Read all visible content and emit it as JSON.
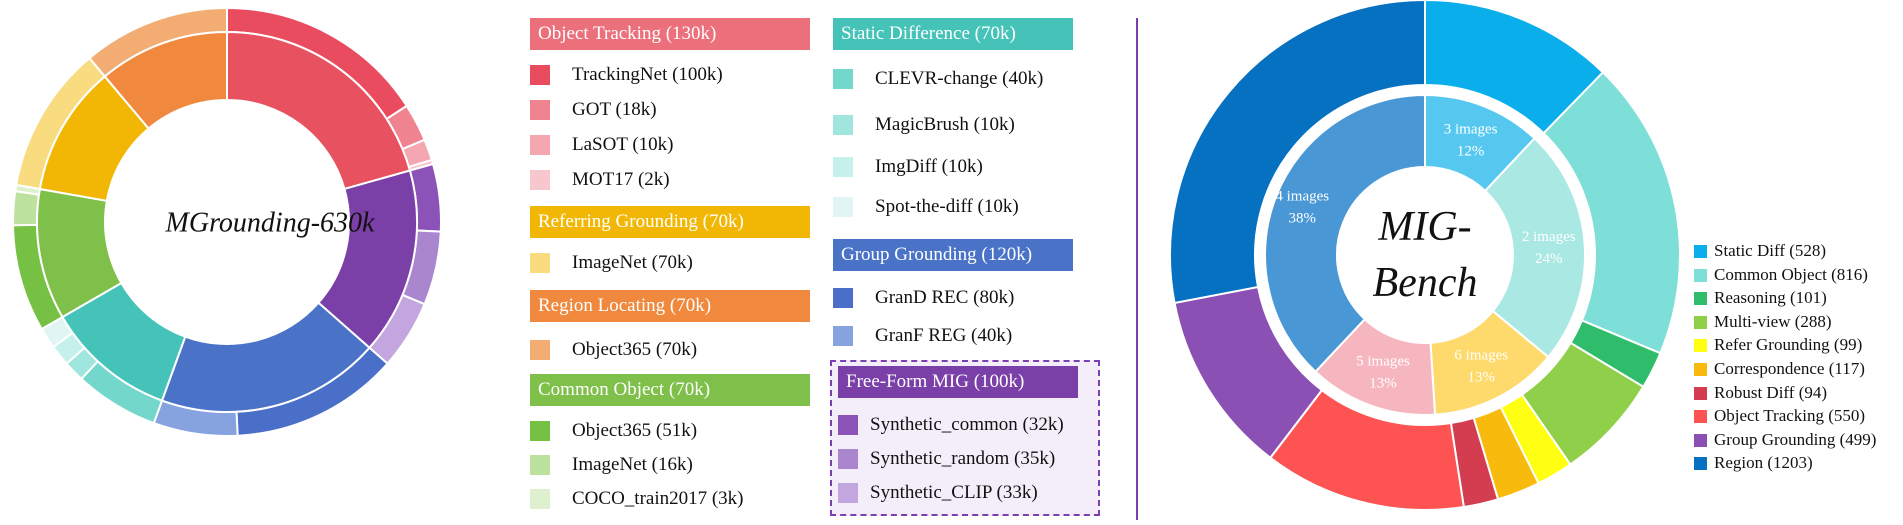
{
  "colors": {
    "object_tracking": "#e8515f",
    "object_tracking_light": "#f0848f",
    "trackingnet": "#e84c5e",
    "got": "#ef8490",
    "lasot": "#f4a7b0",
    "mot17": "#f8c6cd",
    "static_difference": "#45c3b8",
    "clevr": "#74d7cc",
    "magicbrush": "#a0e6df",
    "imgdiff": "#c6f0eb",
    "spotthediff": "#e1f6f4",
    "referring": "#f2b705",
    "referring_light": "#f8dc7f",
    "region": "#f0883e",
    "region_light": "#f3ad73",
    "group_grounding": "#4a73c8",
    "grand": "#4a6fc9",
    "granf": "#86a3e0",
    "common": "#7ec04a",
    "common_obj365": "#76c043",
    "common_imagenet": "#bde2a0",
    "common_coco": "#dff0cf",
    "freeform": "#7b3fa8",
    "syn_common": "#8b52b8",
    "syn_random": "#aa86cf",
    "syn_clip": "#c3a6df",
    "divider": "#7a3fb0"
  },
  "left_chart": {
    "center_title": "MGrounding-630k"
  },
  "legend_groups": {
    "object_tracking": {
      "title": "Object Tracking (130k)",
      "items": [
        "TrackingNet (100k)",
        "GOT (18k)",
        "LaSOT (10k)",
        "MOT17 (2k)"
      ]
    },
    "referring_grounding": {
      "title": "Referring Grounding (70k)",
      "items": [
        "ImageNet (70k)"
      ]
    },
    "region_locating": {
      "title": "Region Locating (70k)",
      "items": [
        "Object365 (70k)"
      ]
    },
    "common_object": {
      "title": "Common Object (70k)",
      "items": [
        "Object365 (51k)",
        "ImageNet (16k)",
        "COCO_train2017 (3k)"
      ]
    },
    "static_difference": {
      "title": "Static Difference (70k)",
      "items": [
        "CLEVR-change (40k)",
        "MagicBrush (10k)",
        "ImgDiff (10k)",
        "Spot-the-diff (10k)"
      ]
    },
    "group_grounding": {
      "title": "Group Grounding (120k)",
      "items": [
        "GranD REC (80k)",
        "GranF REG (40k)"
      ]
    },
    "free_form": {
      "title": "Free-Form MIG (100k)",
      "items": [
        "Synthetic_common (32k)",
        "Synthetic_random (35k)",
        "Synthetic_CLIP (33k)"
      ]
    }
  },
  "right_chart": {
    "center_title_line1": "MIG-",
    "center_title_line2": "Bench",
    "inner_labels": [
      {
        "line1": "3 images",
        "line2": "12%"
      },
      {
        "line1": "2 images",
        "line2": "24%"
      },
      {
        "line1": "6 images",
        "line2": "13%"
      },
      {
        "line1": "5 images",
        "line2": "13%"
      },
      {
        "line1": "4 images",
        "line2": "38%"
      }
    ],
    "legend": [
      "Static Diff (528)",
      "Common Object (816)",
      "Reasoning (101)",
      "Multi-view (288)",
      "Refer Grounding (99)",
      "Correspondence (117)",
      "Robust Diff (94)",
      "Object Tracking (550)",
      "Group Grounding (499)",
      "Region (1203)"
    ],
    "legend_colors": [
      "#0aaeea",
      "#7ddfd8",
      "#2fbd6c",
      "#8fcf4a",
      "#ffff11",
      "#f8bb0d",
      "#d43c50",
      "#fd5353",
      "#8b50b4",
      "#0671c0"
    ]
  },
  "chart_data": [
    {
      "type": "pie",
      "title": "MGrounding-630k",
      "inner_ring": {
        "categories": [
          "Object Tracking",
          "Free-Form MIG",
          "Group Grounding",
          "Common Object",
          "Static Difference",
          "Referring Grounding",
          "Region Locating"
        ],
        "values": [
          130,
          100,
          120,
          70,
          70,
          70,
          70
        ]
      },
      "outer_ring": {
        "categories": [
          "TrackingNet",
          "GOT",
          "LaSOT",
          "MOT17",
          "Synthetic_common",
          "Synthetic_random",
          "Synthetic_CLIP",
          "GranD REC",
          "GranF REG",
          "CLEVR-change",
          "MagicBrush",
          "ImgDiff",
          "Spot-the-diff",
          "Object365",
          "ImageNet",
          "COCO_train2017",
          "ImageNet",
          "Object365"
        ],
        "values": [
          100,
          18,
          10,
          2,
          32,
          35,
          33,
          80,
          40,
          40,
          10,
          10,
          10,
          51,
          16,
          3,
          70,
          70
        ]
      }
    },
    {
      "type": "pie",
      "title": "MIG-Bench",
      "inner_ring": {
        "categories": [
          "3 images",
          "2 images",
          "6 images",
          "5 images",
          "4 images"
        ],
        "values": [
          12,
          24,
          13,
          13,
          38
        ]
      },
      "outer_ring": {
        "categories": [
          "Static Diff",
          "Common Object",
          "Reasoning",
          "Multi-view",
          "Refer Grounding",
          "Correspondence",
          "Robust Diff",
          "Object Tracking",
          "Group Grounding",
          "Region"
        ],
        "values": [
          528,
          816,
          101,
          288,
          99,
          117,
          94,
          550,
          499,
          1203
        ]
      }
    }
  ]
}
